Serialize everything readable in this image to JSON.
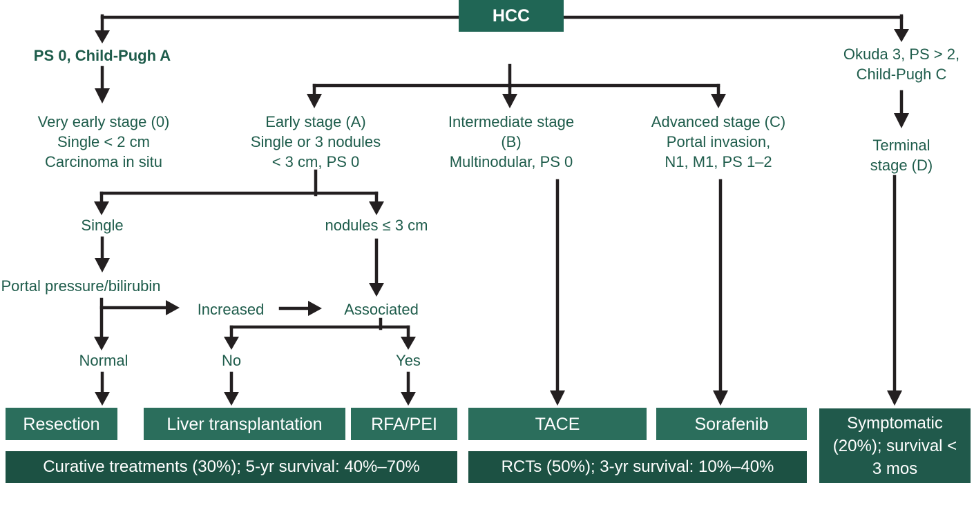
{
  "title": "HCC staging and treatment flowchart",
  "colors": {
    "root_box": "#206655",
    "node_box": "#2B6E5C",
    "outcome_bar": "#1C5143",
    "terminal_box": "#20594B",
    "text": "#1E5C4B",
    "line": "#231F20"
  },
  "nodes": {
    "hcc": "HCC",
    "ps0": "PS 0, Child-Pugh A",
    "okuda": [
      "Okuda 3, PS > 2,",
      "Child-Pugh C"
    ],
    "very_early": [
      "Very early stage (0)",
      "Single < 2 cm",
      "Carcinoma in situ"
    ],
    "early": [
      "Early stage (A)",
      "Single or 3 nodules",
      "< 3 cm, PS 0"
    ],
    "intermediate": [
      "Intermediate stage",
      "(B)",
      "Multinodular, PS 0"
    ],
    "advanced": [
      "Advanced stage (C)",
      "Portal invasion,",
      "N1, M1, PS 1–2"
    ],
    "terminal": [
      "Terminal",
      "stage (D)"
    ],
    "single": "Single",
    "nodules": "nodules ≤ 3 cm",
    "portal_pressure": "Portal pressure/bilirubin",
    "increased": "Increased",
    "associated": "Associated",
    "normal": "Normal",
    "no": "No",
    "yes": "Yes"
  },
  "treatments": {
    "resection": "Resection",
    "liver_transplantation": "Liver transplantation",
    "rfa_pei": "RFA/PEI",
    "tace": "TACE",
    "sorafenib": "Sorafenib",
    "symptomatic": [
      "Symptomatic",
      "(20%); survival <",
      "3 mos"
    ]
  },
  "outcomes": {
    "curative": "Curative treatments (30%); 5-yr survival: 40%–70%",
    "rcts": "RCTs (50%); 3-yr survival: 10%–40%"
  }
}
